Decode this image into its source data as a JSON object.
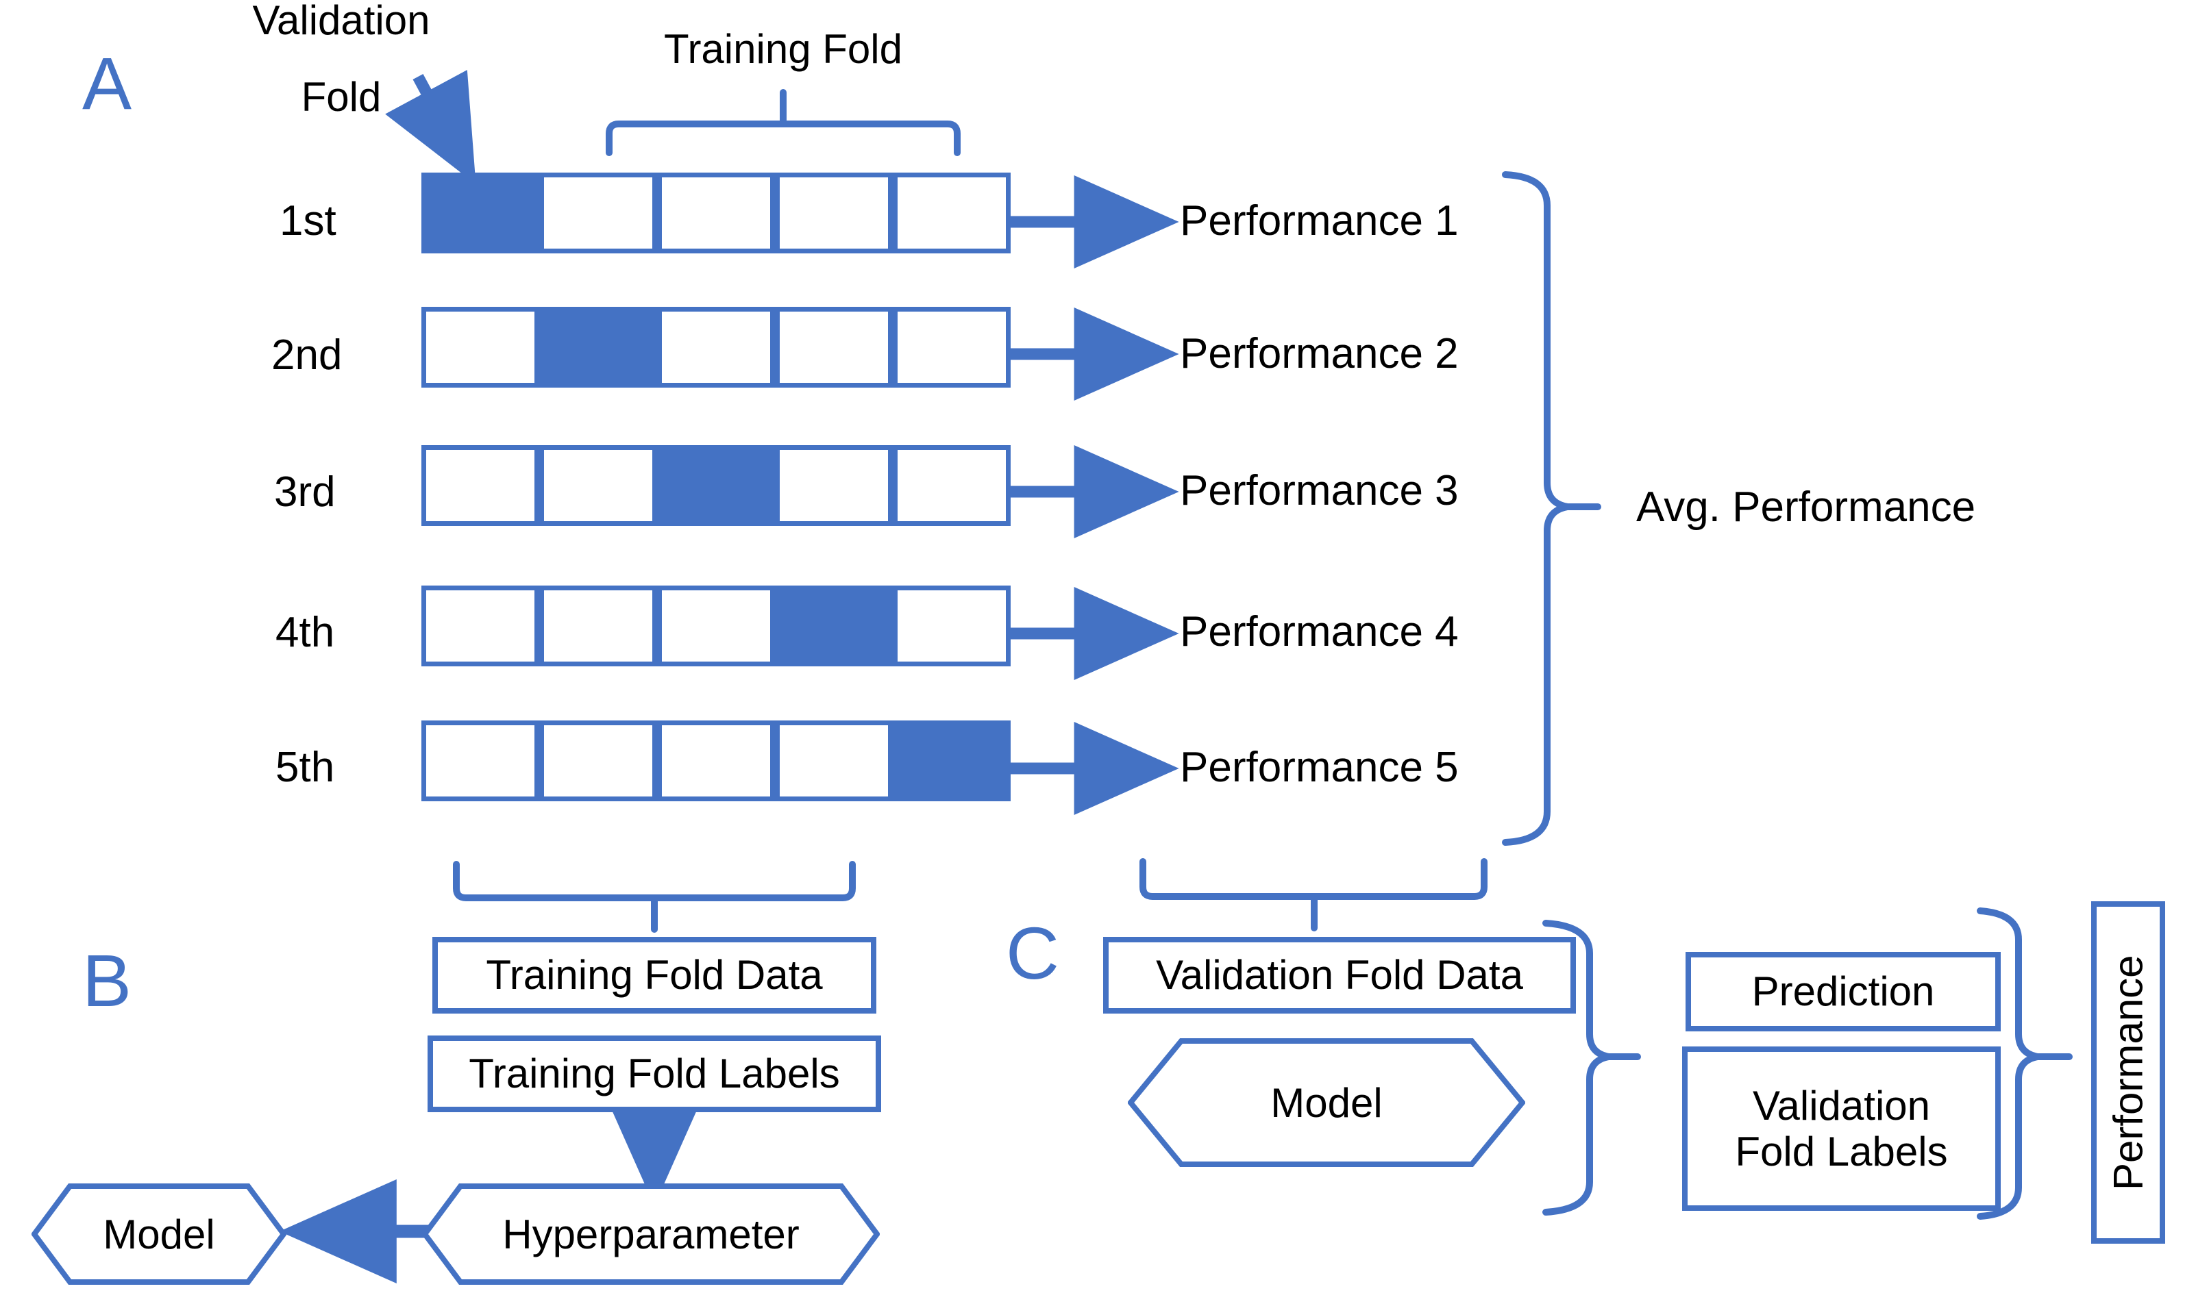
{
  "figure": {
    "accent_color": "#4472C4",
    "text_color": "#000000",
    "background": "#ffffff"
  },
  "panelA": {
    "letter": "A",
    "validation_fold_label_line1": "Validation",
    "validation_fold_label_line2": "Fold",
    "training_fold_label": "Training Fold",
    "rows": [
      {
        "label": "1st",
        "validation_index": 0,
        "performance": "Performance 1"
      },
      {
        "label": "2nd",
        "validation_index": 1,
        "performance": "Performance 2"
      },
      {
        "label": "3rd",
        "validation_index": 2,
        "performance": "Performance 3"
      },
      {
        "label": "4th",
        "validation_index": 3,
        "performance": "Performance 4"
      },
      {
        "label": "5th",
        "validation_index": 4,
        "performance": "Performance 5"
      }
    ],
    "n_folds": 5,
    "avg_label": "Avg. Performance"
  },
  "panelB": {
    "letter": "B",
    "training_fold_data": "Training Fold Data",
    "training_fold_labels": "Training Fold Labels",
    "hyperparameter": "Hyperparameter",
    "model": "Model"
  },
  "panelC": {
    "letter": "C",
    "validation_fold_data": "Validation Fold Data",
    "model": "Model",
    "prediction": "Prediction",
    "validation_fold_labels_line1": "Validation",
    "validation_fold_labels_line2": "Fold Labels",
    "performance": "Performance"
  }
}
